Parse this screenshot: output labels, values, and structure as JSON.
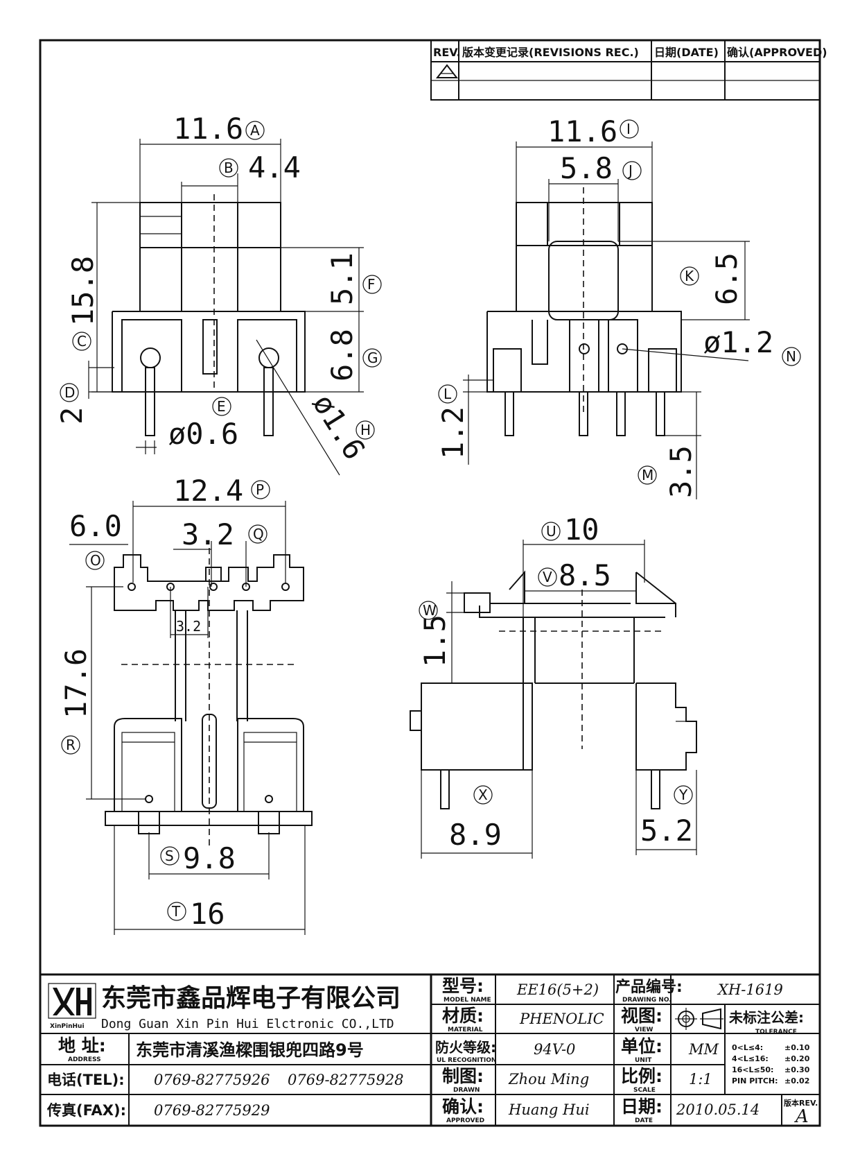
{
  "revision_block": {
    "rev_label": "REV.",
    "record_label": "版本变更记录(REVISIONS REC.)",
    "date_label": "日期(DATE)",
    "approved_label": "确认(APPROVED)"
  },
  "dimensions": {
    "top_left": {
      "A": "11.6",
      "B": "4.4",
      "C": "15.8",
      "D": "2",
      "E": "ø0.6",
      "F": "5.1",
      "G": "6.8",
      "H": "ø1.6",
      "lbl_A": "A",
      "lbl_B": "B",
      "lbl_C": "C",
      "lbl_D": "D",
      "lbl_E": "E",
      "lbl_F": "F",
      "lbl_G": "G",
      "lbl_H": "H"
    },
    "top_right": {
      "I": "11.6",
      "J": "5.8",
      "K": "6.5",
      "L": "1.2",
      "M": "3.5",
      "N": "ø1.2",
      "lbl_I": "I",
      "lbl_J": "J",
      "lbl_K": "K",
      "lbl_L": "L",
      "lbl_M": "M",
      "lbl_N": "N"
    },
    "bottom_left": {
      "P": "12.4",
      "O": "6.0",
      "Q": "3.2",
      "inner": "3.2",
      "R": "17.6",
      "S": "9.8",
      "T": "16",
      "lbl_O": "O",
      "lbl_P": "P",
      "lbl_Q": "Q",
      "lbl_R": "R",
      "lbl_S": "S",
      "lbl_T": "T"
    },
    "bottom_right": {
      "U": "10",
      "V": "8.5",
      "W": "1.5",
      "X": "8.9",
      "Y": "5.2",
      "lbl_U": "U",
      "lbl_V": "V",
      "lbl_W": "W",
      "lbl_X": "X",
      "lbl_Y": "Y"
    }
  },
  "title_block": {
    "logo_text": "XinPinHui",
    "company_cn": "东莞市鑫品辉电子有限公司",
    "company_en": "Dong Guan Xin Pin Hui Elctronic CO.,LTD",
    "address_label_cn": "地 址:",
    "address_label_en": "ADDRESS",
    "address_value": "东莞市清溪渔樑围银兜四路9号",
    "tel_label": "电话(TEL):",
    "tel_value_1": "0769-82775926",
    "tel_value_2": "0769-82775928",
    "fax_label": "传真(FAX):",
    "fax_value": "0769-82775929",
    "model_label_cn": "型号:",
    "model_label_en": "MODEL NAME",
    "model_value": "EE16(5+2)",
    "material_label_cn": "材质:",
    "material_label_en": "MATERIAL",
    "material_value": "PHENOLIC",
    "fire_label_cn": "防火等级:",
    "fire_label_en": "UL RECOGNITION",
    "fire_value": "94V-0",
    "drawn_label_cn": "制图:",
    "drawn_label_en": "DRAWN",
    "drawn_value": "Zhou Ming",
    "approved_label_cn": "确认:",
    "approved_label_en": "APPROVED",
    "approved_value": "Huang Hui",
    "drawing_no_label_cn": "产品编号:",
    "drawing_no_label_en": "DRAWING NO.",
    "drawing_no_value": "XH-1619",
    "view_label_cn": "视图:",
    "view_label_en": "VIEW",
    "unit_label_cn": "单位:",
    "unit_label_en": "UNIT",
    "unit_value": "MM",
    "scale_label_cn": "比例:",
    "scale_label_en": "SCALE",
    "scale_value": "1:1",
    "date_label_cn": "日期:",
    "date_label_en": "DATE",
    "date_value": "2010.05.14",
    "tolerance_label_cn": "未标注公差:",
    "tolerance_label_en": "TOLERANCE",
    "tolerance_rows": [
      {
        "range": "0<L≤4:",
        "value": "±0.10"
      },
      {
        "range": "4<L≤16:",
        "value": "±0.20"
      },
      {
        "range": "16<L≤50:",
        "value": "±0.30"
      },
      {
        "range": "PIN PITCH:",
        "value": "±0.02"
      }
    ],
    "rev_label": "版本REV.",
    "rev_value": "A"
  }
}
